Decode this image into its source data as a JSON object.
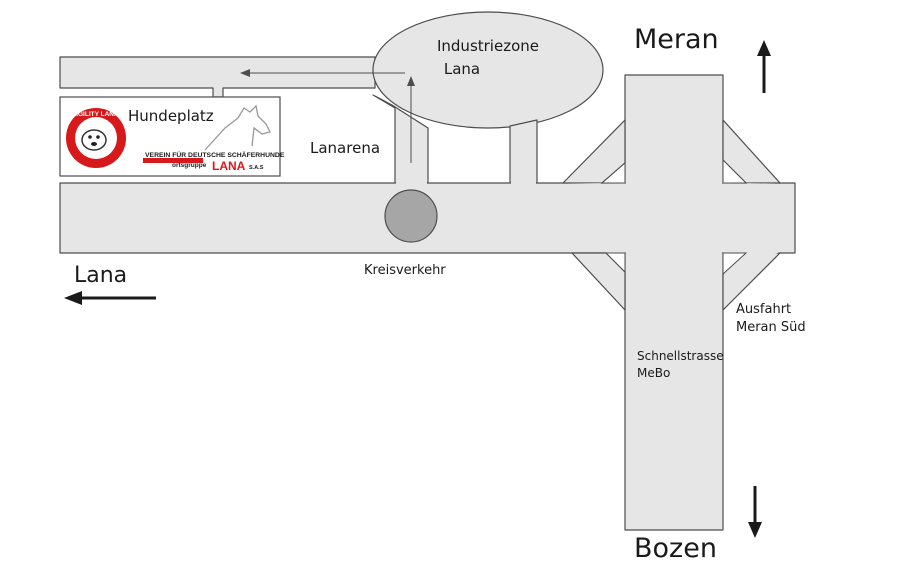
{
  "map": {
    "labels": {
      "industriezone_line1": "Industriezone",
      "industriezone_line2": "Lana",
      "meran": "Meran",
      "hundeplatz": "Hundeplatz",
      "lanarena": "Lanarena",
      "lana_west": "Lana",
      "kreisverkehr": "Kreisverkehr",
      "ausfahrt_line1": "Ausfahrt",
      "ausfahrt_line2": "Meran Süd",
      "schnellstrasse_line1": "Schnellstrasse",
      "schnellstrasse_line2": "MeBo",
      "bozen": "Bozen"
    },
    "logo": {
      "badge_text": "AGILITY LANA",
      "line1": "VEREIN FÜR DEUTSCHE SCHÄFERHUNDE",
      "line2": "ortsgruppe",
      "line3": "LANA",
      "line4": "S.A.S"
    },
    "colors": {
      "road_fill": "#e6e6e6",
      "road_stroke": "#4d4d4d",
      "roundabout": "#a6a6a6",
      "logo_red": "#d7191c"
    },
    "icons": {
      "north": "arrow-up-icon",
      "south": "arrow-down-icon",
      "west": "arrow-left-icon"
    }
  }
}
